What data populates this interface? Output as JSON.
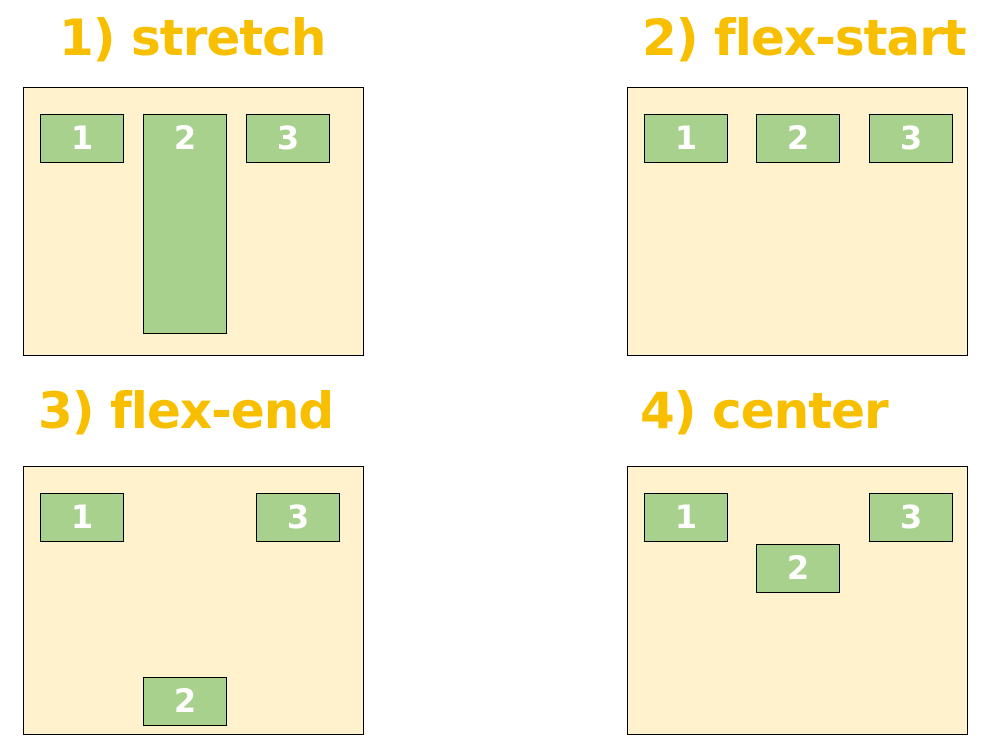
{
  "colors": {
    "title": "#f7bf00",
    "panel_background": "#fff2cc",
    "item_fill": "#a9d18e",
    "item_text": "#ffffff",
    "border": "#000000"
  },
  "panels": [
    {
      "title": "1) stretch",
      "items": [
        "1",
        "2",
        "3"
      ]
    },
    {
      "title": "2) flex-start",
      "items": [
        "1",
        "2",
        "3"
      ]
    },
    {
      "title": "3) flex-end",
      "items": [
        "1",
        "2",
        "3"
      ]
    },
    {
      "title": "4) center",
      "items": [
        "1",
        "2",
        "3"
      ]
    }
  ]
}
